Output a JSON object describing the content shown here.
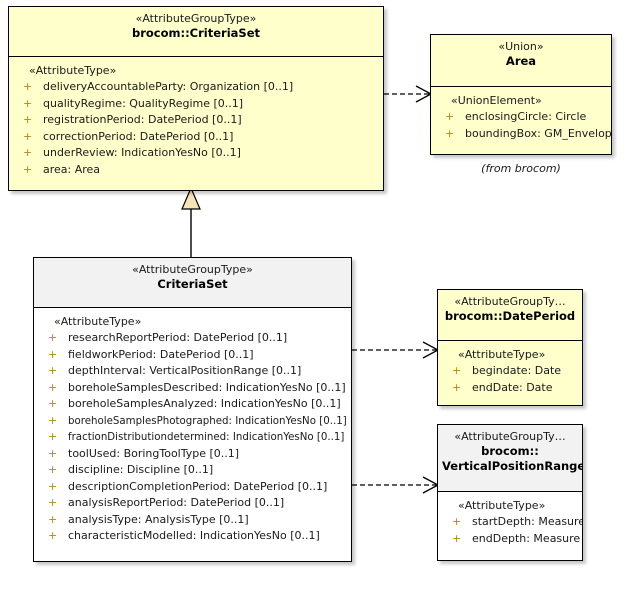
{
  "diagram": {
    "type": "uml-class-diagram",
    "background": "#ffffff",
    "fill_yellow": "#ffffcc",
    "fill_white": "#ffffff",
    "header_gray": "#f2f2f2",
    "line_color": "#000000",
    "visibility_color": "#b8860b"
  },
  "classes": {
    "brocom_criteriaset": {
      "stereotype": "«AttributeGroupType»",
      "name": "brocom::CriteriaSet",
      "compartment_stereotype": "«AttributeType»",
      "attributes": [
        {
          "visibility": "+",
          "signature": "deliveryAccountableParty: Organization [0..1]"
        },
        {
          "visibility": "+",
          "signature": "qualityRegime: QualityRegime [0..1]"
        },
        {
          "visibility": "+",
          "signature": "registrationPeriod: DatePeriod [0..1]"
        },
        {
          "visibility": "+",
          "signature": "correctionPeriod: DatePeriod [0..1]"
        },
        {
          "visibility": "+",
          "signature": "underReview: IndicationYesNo [0..1]"
        },
        {
          "visibility": "+",
          "signature": "area: Area"
        }
      ]
    },
    "area": {
      "stereotype": "«Union»",
      "name": "Area",
      "compartment_stereotype": "«UnionElement»",
      "attributes": [
        {
          "visibility": "+",
          "signature": "enclosingCircle: Circle"
        },
        {
          "visibility": "+",
          "signature": "boundingBox: GM_Envelope"
        }
      ],
      "from_package": "(from brocom)"
    },
    "criteriaset": {
      "stereotype": "«AttributeGroupType»",
      "name": "CriteriaSet",
      "compartment_stereotype": "«AttributeType»",
      "attributes": [
        {
          "visibility": "+",
          "signature": "researchReportPeriod: DatePeriod [0..1]"
        },
        {
          "visibility": "+",
          "signature": "fieldworkPeriod: DatePeriod [0..1]"
        },
        {
          "visibility": "+",
          "signature": "depthInterval: VerticalPositionRange [0..1]"
        },
        {
          "visibility": "+",
          "signature": "boreholeSamplesDescribed: IndicationYesNo [0..1]"
        },
        {
          "visibility": "+",
          "signature": "boreholeSamplesAnalyzed: IndicationYesNo [0..1]"
        },
        {
          "visibility": "+",
          "signature": "boreholeSamplesPhotographed: IndicationYesNo [0..1]"
        },
        {
          "visibility": "+",
          "signature": "fractionDistributiondetermined: IndicationYesNo [0..1]"
        },
        {
          "visibility": "+",
          "signature": "toolUsed: BoringToolType [0..1]"
        },
        {
          "visibility": "+",
          "signature": "discipline: Discipline [0..1]"
        },
        {
          "visibility": "+",
          "signature": "descriptionCompletionPeriod: DatePeriod [0..1]"
        },
        {
          "visibility": "+",
          "signature": "analysisReportPeriod: DatePeriod [0..1]"
        },
        {
          "visibility": "+",
          "signature": "analysisType: AnalysisType [0..1]"
        },
        {
          "visibility": "+",
          "signature": "characteristicModelled: IndicationYesNo [0..1]"
        }
      ]
    },
    "dateperiod": {
      "stereotype": "«AttributeGroupTy…",
      "name": "brocom::DatePeriod",
      "compartment_stereotype": "«AttributeType»",
      "attributes": [
        {
          "visibility": "+",
          "signature": "begindate: Date"
        },
        {
          "visibility": "+",
          "signature": "endDate: Date"
        }
      ]
    },
    "verticalpositionrange": {
      "stereotype": "«AttributeGroupTy…",
      "name": "brocom::\nVerticalPositionRange",
      "name_line1": "brocom::",
      "name_line2": "VerticalPositionRange",
      "compartment_stereotype": "«AttributeType»",
      "attributes": [
        {
          "visibility": "+",
          "signature": "startDepth: Measure"
        },
        {
          "visibility": "+",
          "signature": "endDepth: Measure"
        }
      ]
    }
  },
  "connectors": [
    {
      "name": "generalization-criteriaset-to-brocom-criteriaset",
      "kind": "generalization",
      "from": "criteriaset",
      "to": "brocom_criteriaset",
      "line": "solid",
      "arrowhead": "hollow-triangle"
    },
    {
      "name": "dependency-brocom-criteriaset-to-area",
      "kind": "dependency",
      "from": "brocom_criteriaset",
      "to": "area",
      "line": "dashed",
      "arrowhead": "open"
    },
    {
      "name": "dependency-criteriaset-to-dateperiod",
      "kind": "dependency",
      "from": "criteriaset",
      "to": "dateperiod",
      "line": "dashed",
      "arrowhead": "open"
    },
    {
      "name": "dependency-criteriaset-to-verticalpositionrange",
      "kind": "dependency",
      "from": "criteriaset",
      "to": "verticalpositionrange",
      "line": "dashed",
      "arrowhead": "open"
    }
  ]
}
